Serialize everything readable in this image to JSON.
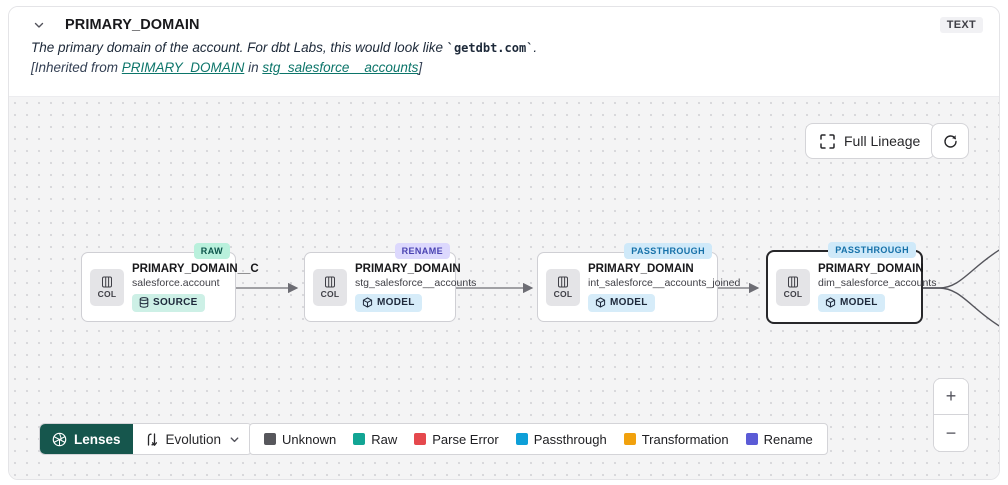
{
  "header": {
    "title": "PRIMARY_DOMAIN",
    "type_badge": "TEXT",
    "description": {
      "prefix": "The primary domain of the account. For dbt Labs, this would look like ",
      "code": "`getdbt.com`",
      "suffix": "."
    },
    "inherited": {
      "prefix": "[Inherited from ",
      "column_link": "PRIMARY_DOMAIN",
      "middle": " in ",
      "model_link": "stg_salesforce__accounts",
      "suffix": "]"
    }
  },
  "toolbar": {
    "full_lineage_label": "Full Lineage"
  },
  "graph": {
    "nodes": [
      {
        "badge": "RAW",
        "chip": "COL",
        "title": "PRIMARY_DOMAIN__C",
        "subtitle": "salesforce.account",
        "resource_type": "SOURCE",
        "selected": false
      },
      {
        "badge": "RENAME",
        "chip": "COL",
        "title": "PRIMARY_DOMAIN",
        "subtitle": "stg_salesforce__accounts",
        "resource_type": "MODEL",
        "selected": false
      },
      {
        "badge": "PASSTHROUGH",
        "chip": "COL",
        "title": "PRIMARY_DOMAIN",
        "subtitle": "int_salesforce__accounts_joined",
        "resource_type": "MODEL",
        "selected": false
      },
      {
        "badge": "PASSTHROUGH",
        "chip": "COL",
        "title": "PRIMARY_DOMAIN",
        "subtitle": "dim_salesforce_accounts",
        "resource_type": "MODEL",
        "selected": true
      }
    ]
  },
  "lens_bar": {
    "lenses_label": "Lenses",
    "selected_lens": "Evolution"
  },
  "legend": {
    "items": [
      {
        "label": "Unknown",
        "color": "#57575c"
      },
      {
        "label": "Raw",
        "color": "#12a594"
      },
      {
        "label": "Parse Error",
        "color": "#e5484d"
      },
      {
        "label": "Passthrough",
        "color": "#0e9fd8"
      },
      {
        "label": "Transformation",
        "color": "#f1a10d"
      },
      {
        "label": "Rename",
        "color": "#5b5bd6"
      }
    ]
  },
  "zoom_controls": {
    "zoom_in": "+",
    "zoom_out": "−"
  },
  "colors": {
    "accent_teal": "#0c756a",
    "lenses_button_bg": "#16564d",
    "badge_raw_bg": "#b9f0dc",
    "badge_raw_text": "#0b544a",
    "badge_rename_bg": "#dcd8fd",
    "badge_rename_text": "#4a43b2",
    "badge_passthrough_bg": "#cfe9f9",
    "badge_passthrough_text": "#1671a9",
    "selected_node_border": "#27272a",
    "canvas_bg": "#f4f4f5",
    "edge_color": "#6d6d74"
  }
}
